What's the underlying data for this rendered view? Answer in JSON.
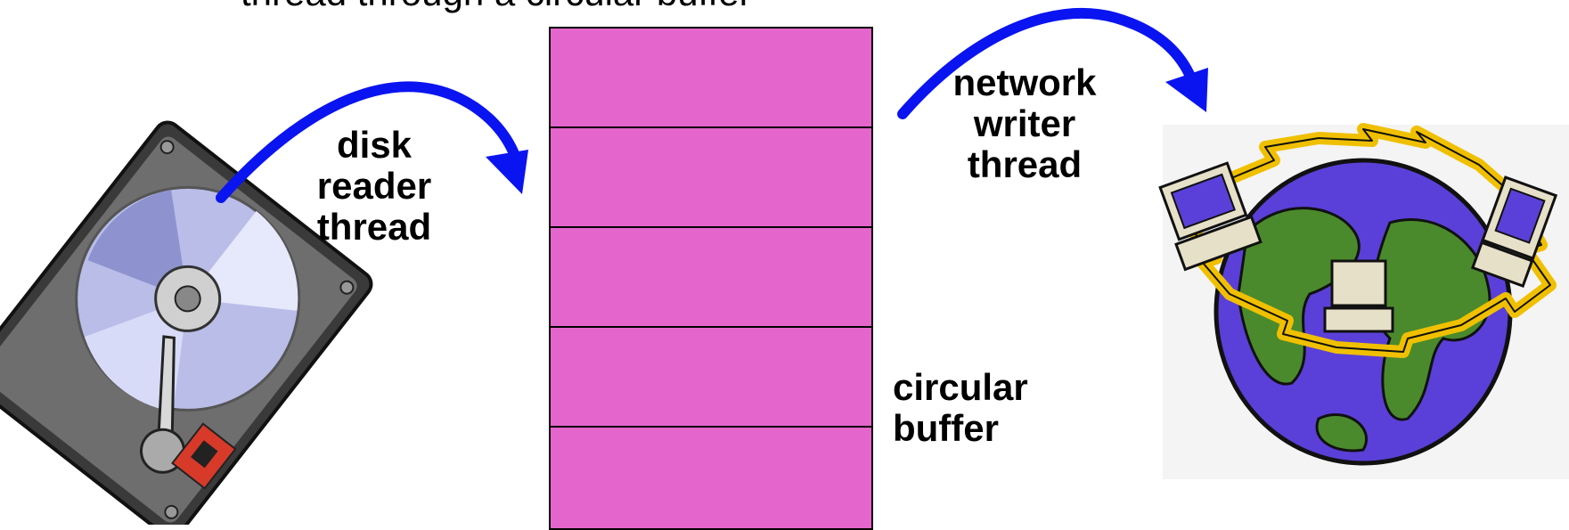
{
  "caption": "thread through a circular buffer",
  "disk_reader_label": [
    "disk",
    "reader",
    "thread"
  ],
  "network_writer_label": [
    "network",
    "writer",
    "thread"
  ],
  "buffer_label": [
    "circular",
    "buffer"
  ],
  "buffer_slot_count": 5,
  "colors": {
    "buffer_fill": "#e466cc",
    "arrow": "#0a14f0",
    "globe_ocean": "#5a40d8",
    "globe_land": "#4a8a2c",
    "lightning": "#f0c000"
  },
  "icons": [
    "hard-disk-drive-icon",
    "network-globe-icon"
  ]
}
